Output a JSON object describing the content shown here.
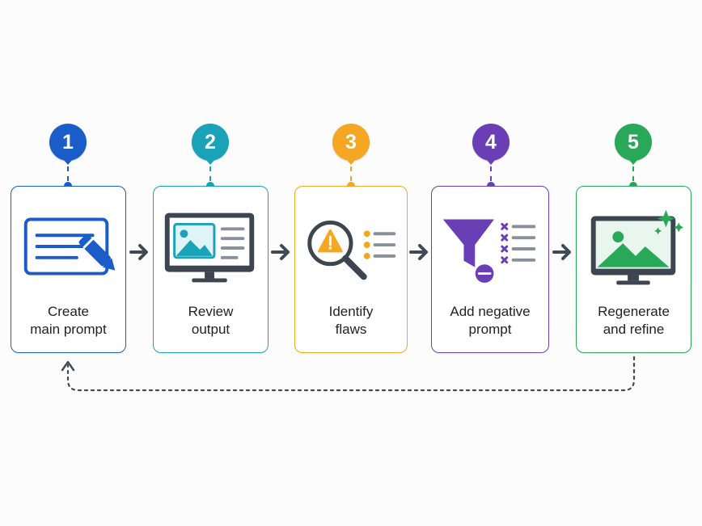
{
  "steps": [
    {
      "number": "1",
      "line1": "Create",
      "line2": "main prompt",
      "color": "#1a5dc8",
      "icon": "document-pencil-icon"
    },
    {
      "number": "2",
      "line1": "Review",
      "line2": "output",
      "color": "#1aa3b8",
      "icon": "monitor-image-icon"
    },
    {
      "number": "3",
      "line1": "Identify",
      "line2": "flaws",
      "color": "#f5a623",
      "icon": "magnifier-warning-icon"
    },
    {
      "number": "4",
      "line1": "Add negative",
      "line2": "prompt",
      "color": "#6a3fb5",
      "icon": "funnel-minus-icon"
    },
    {
      "number": "5",
      "line1": "Regenerate",
      "line2": "and refine",
      "color": "#2aa85a",
      "icon": "monitor-sparkle-icon"
    }
  ],
  "colors": {
    "arrow": "#3f4a55",
    "loop": "#3f4a55",
    "icon_dark": "#3d4650"
  }
}
